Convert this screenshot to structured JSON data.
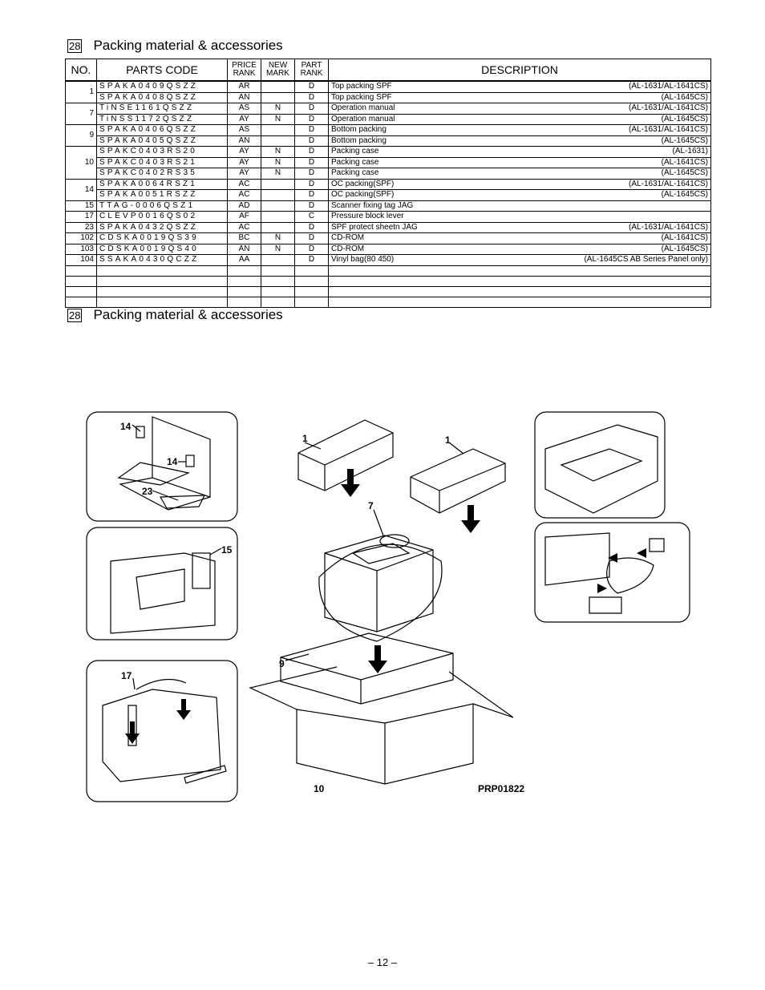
{
  "section": {
    "number": "28",
    "title": "Packing material & accessories"
  },
  "table": {
    "headers": {
      "no": "NO.",
      "code": "PARTS CODE",
      "price_l1": "PRICE",
      "price_l2": "RANK",
      "new_l1": "NEW",
      "new_l2": "MARK",
      "part_l1": "PART",
      "part_l2": "RANK",
      "desc": "DESCRIPTION"
    },
    "rows": [
      {
        "no": "1",
        "code": "SPAKA0409QSZZ",
        "price": "AR",
        "new": "",
        "part": "D",
        "desc": "Top packing SPF",
        "model": "(AL-1631/AL-1641CS)"
      },
      {
        "no": "",
        "code": "SPAKA0408QSZZ",
        "price": "AN",
        "new": "",
        "part": "D",
        "desc": "Top packing SPF",
        "model": "(AL-1645CS)"
      },
      {
        "no": "7",
        "code": "TiNSE1161QSZZ",
        "price": "AS",
        "new": "N",
        "part": "D",
        "desc": "Operation manual",
        "model": "(AL-1631/AL-1641CS)"
      },
      {
        "no": "",
        "code": "TiNSS1172QSZZ",
        "price": "AY",
        "new": "N",
        "part": "D",
        "desc": "Operation manual",
        "model": "(AL-1645CS)"
      },
      {
        "no": "9",
        "code": "SPAKA0406QSZZ",
        "price": "AS",
        "new": "",
        "part": "D",
        "desc": "Bottom packing",
        "model": "(AL-1631/AL-1641CS)"
      },
      {
        "no": "",
        "code": "SPAKA0405QSZZ",
        "price": "AN",
        "new": "",
        "part": "D",
        "desc": "Bottom packing",
        "model": "(AL-1645CS)"
      },
      {
        "no": "10",
        "code": "SPAKC0403RS20",
        "price": "AY",
        "new": "N",
        "part": "D",
        "desc": "Packing case",
        "model": "(AL-1631)"
      },
      {
        "no": "",
        "code": "SPAKC0403RS21",
        "price": "AY",
        "new": "N",
        "part": "D",
        "desc": "Packing case",
        "model": "(AL-1641CS)"
      },
      {
        "no": "",
        "code": "SPAKC0402RS35",
        "price": "AY",
        "new": "N",
        "part": "D",
        "desc": "Packing case",
        "model": "(AL-1645CS)"
      },
      {
        "no": "14",
        "code": "SPAKA0064RSZ1",
        "price": "AC",
        "new": "",
        "part": "D",
        "desc": "OC packing(SPF)",
        "model": "(AL-1631/AL-1641CS)"
      },
      {
        "no": "",
        "code": "SPAKA0051RSZZ",
        "price": "AC",
        "new": "",
        "part": "D",
        "desc": "OC packing(SPF)",
        "model": "(AL-1645CS)"
      },
      {
        "no": "15",
        "code": "TTAG-0006QSZ1",
        "price": "AD",
        "new": "",
        "part": "D",
        "desc": "Scanner fixing tag JAG",
        "model": ""
      },
      {
        "no": "17",
        "code": "CLEVP0016QS02",
        "price": "AF",
        "new": "",
        "part": "C",
        "desc": "Pressure block lever",
        "model": ""
      },
      {
        "no": "23",
        "code": "SPAKA0432QSZZ",
        "price": "AC",
        "new": "",
        "part": "D",
        "desc": "SPF protect sheetn JAG",
        "model": "(AL-1631/AL-1641CS)"
      },
      {
        "no": "102",
        "code": "CDSKA0019QS39",
        "price": "BC",
        "new": "N",
        "part": "D",
        "desc": "CD-ROM",
        "model": "(AL-1641CS)"
      },
      {
        "no": "103",
        "code": "CDSKA0019QS40",
        "price": "AN",
        "new": "N",
        "part": "D",
        "desc": "CD-ROM",
        "model": "(AL-1645CS)"
      },
      {
        "no": "104",
        "code": "SSAKA0430QCZZ",
        "price": "AA",
        "new": "",
        "part": "D",
        "desc": "Vinyl bag(80  450)",
        "model": "(AL-1645CS AB Series Panel only)"
      }
    ]
  },
  "diagram": {
    "callouts": [
      "14",
      "14",
      "23",
      "15",
      "17",
      "1",
      "1",
      "7",
      "9",
      "10"
    ],
    "figure_code": "PRP01822"
  },
  "page_number": "– 12 –"
}
